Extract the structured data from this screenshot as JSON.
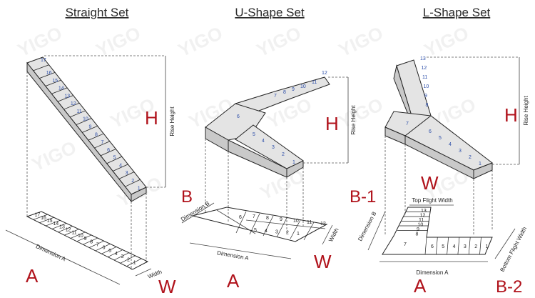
{
  "titles": {
    "straight": "Straight Set",
    "u_shape": "U-Shape Set",
    "l_shape": "L-Shape Set"
  },
  "watermark": "YIGO",
  "straight": {
    "H": "H",
    "A": "A",
    "W": "W",
    "rise_height": "Rise Height",
    "dimension_a": "Dimension A",
    "width": "Width",
    "top_step": "17",
    "steps": [
      "16",
      "15",
      "14",
      "13",
      "12",
      "11",
      "10",
      "9",
      "8",
      "7",
      "6",
      "5",
      "4",
      "3",
      "2",
      "1"
    ],
    "plan_steps": [
      "17",
      "16",
      "15",
      "14",
      "13",
      "12",
      "11",
      "10",
      "9",
      "8",
      "7",
      "6",
      "5",
      "4",
      "3",
      "2",
      "1"
    ]
  },
  "u_shape": {
    "H": "H",
    "B": "B",
    "A": "A",
    "W": "W",
    "rise_height": "Rise Height",
    "dimension_a": "Dimension A",
    "dimension_b": "Dimension B",
    "width": "Width",
    "landing": "6",
    "upper_steps": [
      "7",
      "8",
      "9",
      "10",
      "11",
      "12"
    ],
    "lower_steps": [
      "5",
      "4",
      "3",
      "2",
      "1"
    ]
  },
  "l_shape": {
    "H": "H",
    "B1": "B-1",
    "B2": "B-2",
    "A": "A",
    "W": "W",
    "rise_height": "Rise Height",
    "dimension_a": "Dimension A",
    "dimension_b": "Dimension B",
    "top_flight_width": "Top Flight Width",
    "bottom_flight_width": "Bottom Flight Width",
    "landing": "7",
    "upper_steps": [
      "13",
      "12",
      "11",
      "10",
      "9",
      "8"
    ],
    "lower_steps": [
      "6",
      "5",
      "4",
      "3",
      "2",
      "1"
    ]
  }
}
